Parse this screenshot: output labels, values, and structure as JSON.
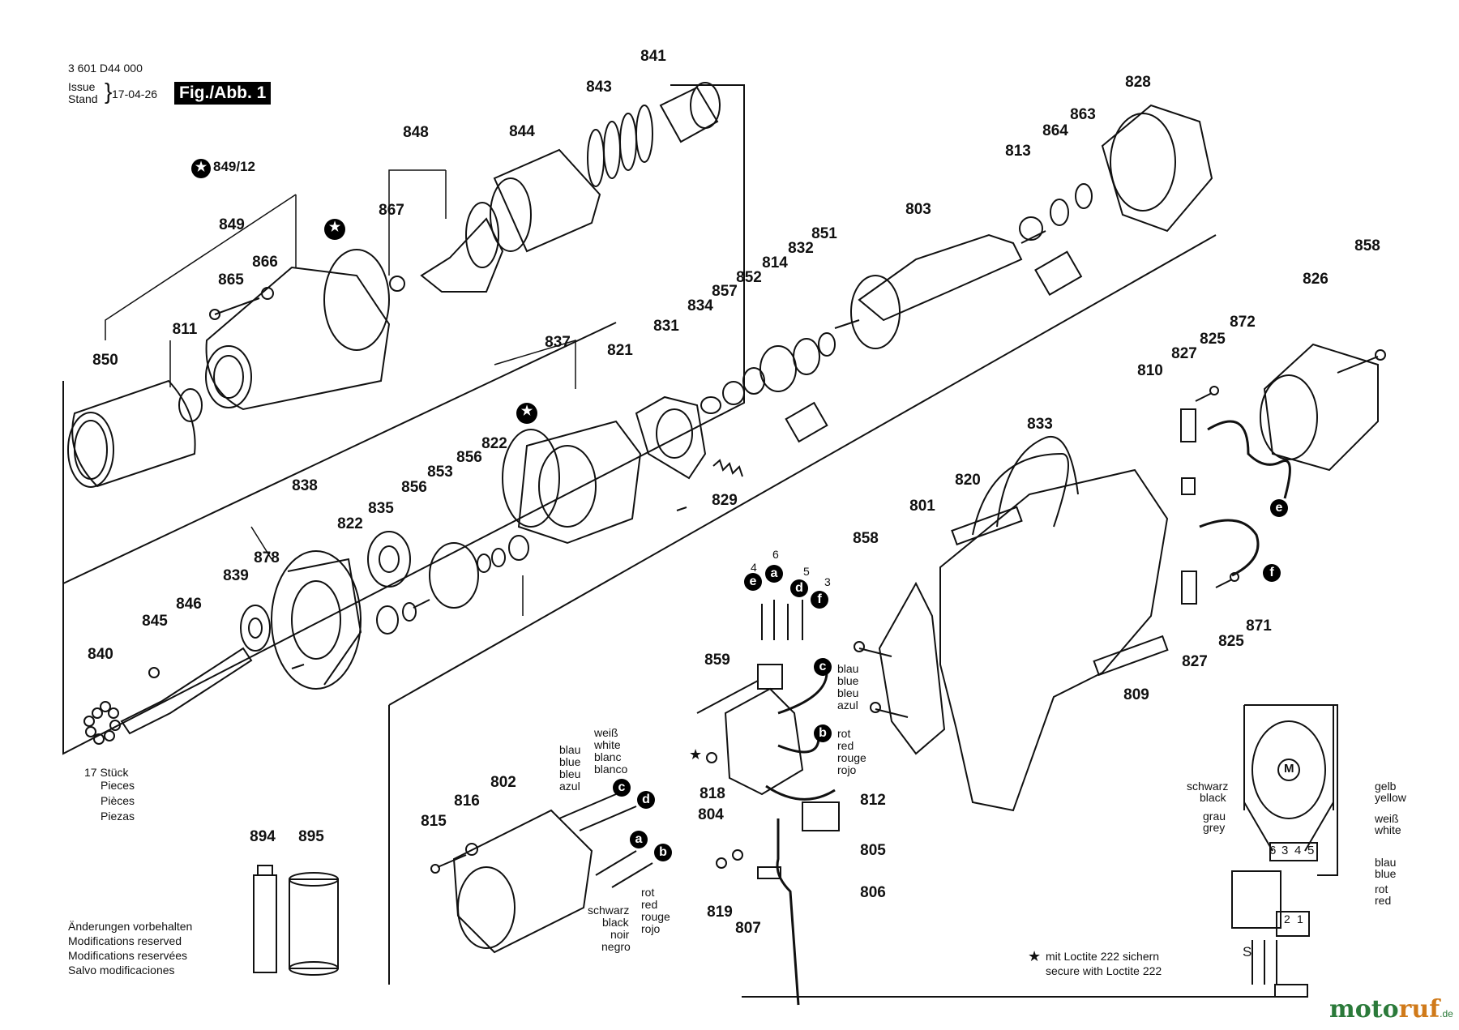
{
  "header": {
    "doc_number": "3 601 D44 000",
    "issue_label": "Issue",
    "stand_label": "Stand",
    "brace": "}",
    "date": "17-04-26",
    "figure": "Fig./Abb. 1",
    "set_ref": "849/12"
  },
  "labels": [
    {
      "id": "841",
      "text": "841"
    },
    {
      "id": "843",
      "text": "843"
    },
    {
      "id": "844",
      "text": "844"
    },
    {
      "id": "848",
      "text": "848"
    },
    {
      "id": "867",
      "text": "867"
    },
    {
      "id": "849",
      "text": "849"
    },
    {
      "id": "866",
      "text": "866"
    },
    {
      "id": "865",
      "text": "865"
    },
    {
      "id": "811",
      "text": "811"
    },
    {
      "id": "850",
      "text": "850"
    },
    {
      "id": "828",
      "text": "828"
    },
    {
      "id": "864",
      "text": "864"
    },
    {
      "id": "863",
      "text": "863"
    },
    {
      "id": "813",
      "text": "813"
    },
    {
      "id": "803",
      "text": "803"
    },
    {
      "id": "851",
      "text": "851"
    },
    {
      "id": "832",
      "text": "832"
    },
    {
      "id": "814",
      "text": "814"
    },
    {
      "id": "852",
      "text": "852"
    },
    {
      "id": "857",
      "text": "857"
    },
    {
      "id": "834",
      "text": "834"
    },
    {
      "id": "831",
      "text": "831"
    },
    {
      "id": "837",
      "text": "837"
    },
    {
      "id": "821",
      "text": "821"
    },
    {
      "id": "822a",
      "text": "822"
    },
    {
      "id": "856a",
      "text": "856"
    },
    {
      "id": "853",
      "text": "853"
    },
    {
      "id": "856b",
      "text": "856"
    },
    {
      "id": "835",
      "text": "835"
    },
    {
      "id": "822b",
      "text": "822"
    },
    {
      "id": "838",
      "text": "838"
    },
    {
      "id": "878",
      "text": "878"
    },
    {
      "id": "839",
      "text": "839"
    },
    {
      "id": "846",
      "text": "846"
    },
    {
      "id": "845",
      "text": "845"
    },
    {
      "id": "840",
      "text": "840"
    },
    {
      "id": "829",
      "text": "829"
    },
    {
      "id": "858a",
      "text": "858"
    },
    {
      "id": "826",
      "text": "826"
    },
    {
      "id": "872",
      "text": "872"
    },
    {
      "id": "825a",
      "text": "825"
    },
    {
      "id": "827a",
      "text": "827"
    },
    {
      "id": "810",
      "text": "810"
    },
    {
      "id": "833",
      "text": "833"
    },
    {
      "id": "820",
      "text": "820"
    },
    {
      "id": "801",
      "text": "801"
    },
    {
      "id": "858b",
      "text": "858"
    },
    {
      "id": "825b",
      "text": "825"
    },
    {
      "id": "871",
      "text": "871"
    },
    {
      "id": "827b",
      "text": "827"
    },
    {
      "id": "809",
      "text": "809"
    },
    {
      "id": "859",
      "text": "859"
    },
    {
      "id": "818",
      "text": "818"
    },
    {
      "id": "804",
      "text": "804"
    },
    {
      "id": "812",
      "text": "812"
    },
    {
      "id": "805",
      "text": "805"
    },
    {
      "id": "806",
      "text": "806"
    },
    {
      "id": "819",
      "text": "819"
    },
    {
      "id": "807",
      "text": "807"
    },
    {
      "id": "815",
      "text": "815"
    },
    {
      "id": "816",
      "text": "816"
    },
    {
      "id": "802",
      "text": "802"
    },
    {
      "id": "894",
      "text": "894"
    },
    {
      "id": "895",
      "text": "895"
    }
  ],
  "pieces_note": [
    "17 Stück",
    "Pieces",
    "Pièces",
    "Piezas"
  ],
  "modifications_note": [
    "Änderungen vorbehalten",
    "Modifications reserved",
    "Modifications reservées",
    "Salvo modificaciones"
  ],
  "loctite_note": [
    "mit Loctite 222 sichern",
    "secure with Loctite 222"
  ],
  "wire_blue": [
    "blau",
    "blue",
    "bleu",
    "azul"
  ],
  "wire_red": [
    "rot",
    "red",
    "rouge",
    "rojo"
  ],
  "wire_blue_white": [
    "blau",
    "blue",
    "bleu",
    "azul"
  ],
  "wire_white": [
    "weiß",
    "white",
    "blanc",
    "blanco"
  ],
  "wire_black": [
    "schwarz",
    "black",
    "noir",
    "negro"
  ],
  "wire_red2": [
    "rot",
    "red",
    "rouge",
    "rojo"
  ],
  "markers": {
    "e": "e",
    "a": "a",
    "d": "d",
    "f": "f",
    "c": "c",
    "b": "b"
  },
  "pin_numbers": {
    "p4": "4",
    "p6": "6",
    "p5": "5",
    "p3": "3"
  },
  "schematic": {
    "schwarz_black": [
      "schwarz",
      "black"
    ],
    "grau_grey": [
      "grau",
      "grey"
    ],
    "gelb_yellow": [
      "gelb",
      "yellow"
    ],
    "weiss_white": [
      "weiß",
      "white"
    ],
    "blau_blue": [
      "blau",
      "blue"
    ],
    "rot_red": [
      "rot",
      "red"
    ],
    "motor": "M",
    "terminals": [
      "6",
      "3",
      "4",
      "5"
    ],
    "switch_pins": [
      "2",
      "1"
    ],
    "tilde": "S"
  },
  "watermark": {
    "part1": "moto",
    "part2": "ruf",
    "suffix": ".de"
  },
  "colors": {
    "ink": "#111111",
    "watermark_green": "#2b7a3a",
    "watermark_orange": "#d07a1a"
  }
}
